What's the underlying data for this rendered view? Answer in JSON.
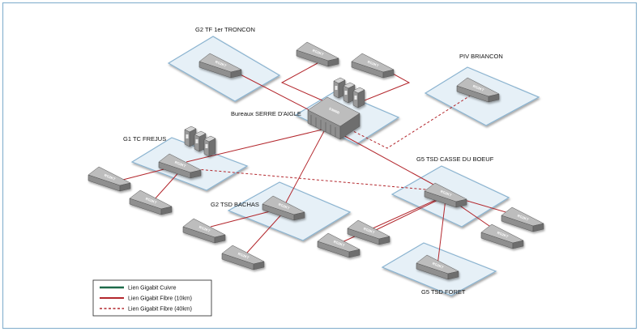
{
  "colors": {
    "frame": "#8ab3d0",
    "zone_fill": "#e6f0f7",
    "zone_stroke": "#8ab3d0",
    "device_top": "#bdbdbd",
    "device_side": "#6e6e6e",
    "device_front": "#8f8f8f",
    "link_copper": "#1e6b4a",
    "link_fiber": "#b3272d"
  },
  "zones": {
    "troncon": "G2 TF 1er TRONCON",
    "briancon": "PIV BRIANCON",
    "serre": "Bureaux SERRE D'AIGLE",
    "frejus": "G1 TC FREJUS",
    "casse": "G5 TSD CASSE DU BOEUF",
    "bachas": "G2 TSD BACHAS",
    "foret": "G5 TSD FORET"
  },
  "device_text": {
    "switch": "RG2KT",
    "core": "S3M9B"
  },
  "legend": {
    "items": [
      {
        "label": "Lien Gigabit Cuivre",
        "color": "#1e6b4a",
        "style": "solid"
      },
      {
        "label": "Lien Gigabit Fibre (10km)",
        "color": "#b3272d",
        "style": "solid"
      },
      {
        "label": "Lien Gigabit Fibre (40km)",
        "color": "#b3272d",
        "style": "dashed"
      }
    ]
  }
}
